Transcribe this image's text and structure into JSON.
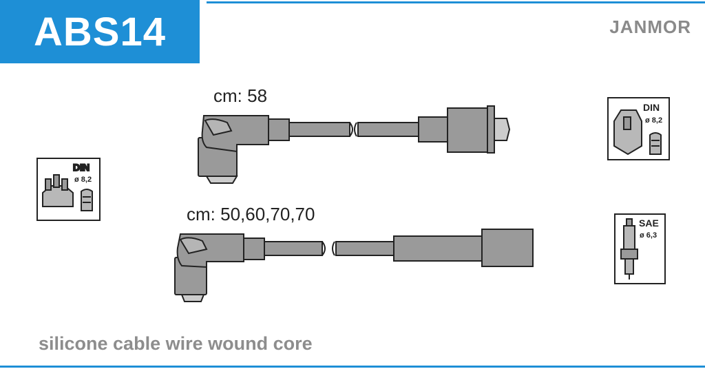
{
  "header": {
    "part_number": "ABS14",
    "brand": "JANMOR"
  },
  "cables": [
    {
      "length_label": "cm: 58"
    },
    {
      "length_label": "cm: 50,60,70,70"
    }
  ],
  "icons": {
    "distributor_left": {
      "standard": "DIN",
      "diameter": "ø 8,2",
      "icon": "distributor-cap-icon"
    },
    "coil_right": {
      "standard": "DIN",
      "diameter": "ø 8,2",
      "icon": "ignition-coil-icon"
    },
    "spark_plug_right": {
      "standard": "SAE",
      "diameter": "ø 6,3",
      "icon": "spark-plug-icon"
    }
  },
  "footer": {
    "description": "silicone cable wire wound core"
  },
  "colors": {
    "accent": "#1e8fd6",
    "cable_fill": "#9a9a9a",
    "outline": "#222222",
    "footer_text": "#8d8d8d"
  }
}
